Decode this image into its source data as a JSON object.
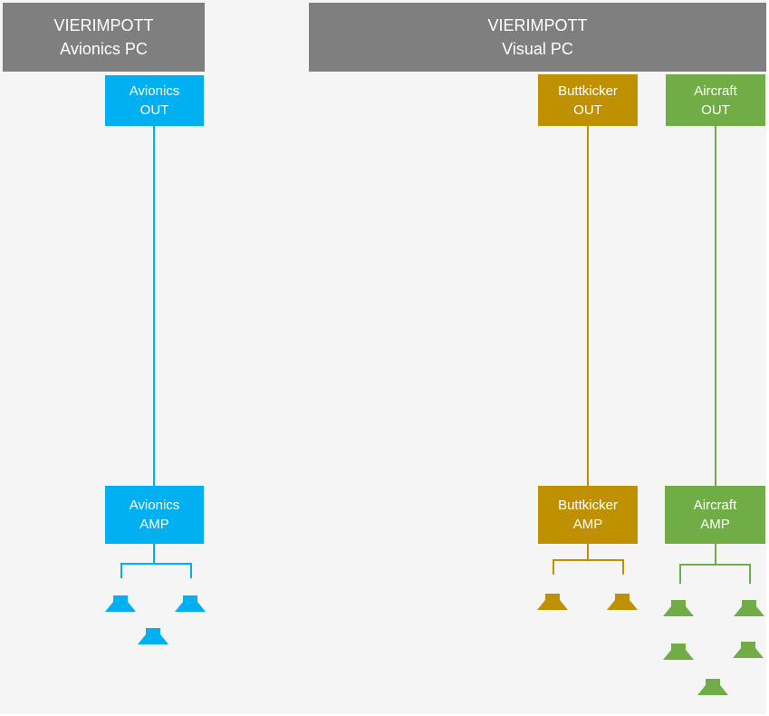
{
  "colors": {
    "header_bg": "#7f7f7f",
    "avionics": "#00b0f0",
    "buttkicker": "#bf9000",
    "aircraft": "#70ad47",
    "background": "#f5f5f5"
  },
  "headers": {
    "avionics_pc": {
      "line1": "VIERIMPOTT",
      "line2": "Avionics PC"
    },
    "visual_pc": {
      "line1": "VIERIMPOTT",
      "line2": "Visual PC"
    }
  },
  "boxes": {
    "avionics_out": {
      "line1": "Avionics",
      "line2": "OUT"
    },
    "avionics_amp": {
      "line1": "Avionics",
      "line2": "AMP"
    },
    "buttkicker_out": {
      "line1": "Buttkicker",
      "line2": "OUT"
    },
    "buttkicker_amp": {
      "line1": "Buttkicker",
      "line2": "AMP"
    },
    "aircraft_out": {
      "line1": "Aircraft",
      "line2": "OUT"
    },
    "aircraft_amp": {
      "line1": "Aircraft",
      "line2": "AMP"
    }
  },
  "speakers": {
    "avionics_count": 3,
    "buttkicker_count": 2,
    "aircraft_count": 5,
    "icon": "speaker-icon"
  }
}
